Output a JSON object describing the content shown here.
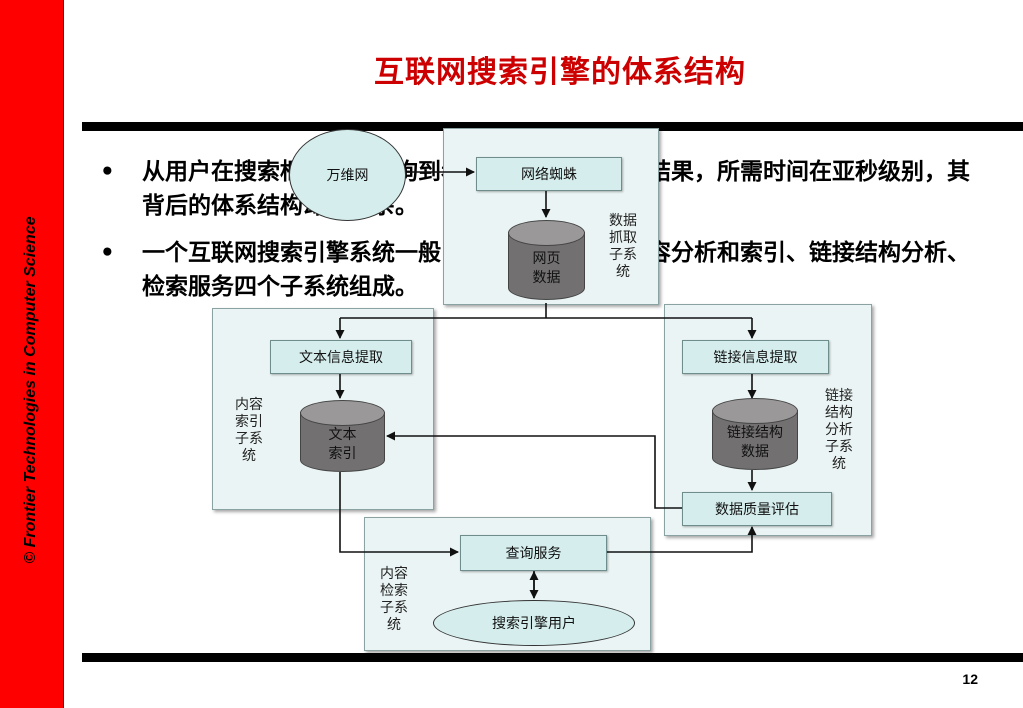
{
  "title": "互联网搜索引擎的体系结构",
  "sidebar_text": "©  Frontier Technologies in Computer Science",
  "bullets": [
    {
      "marker": "•",
      "text": "从用户在搜索框中输入查询到看到搜索引擎的返回结果，所需时间在亚秒级别，其背后的体系结构却很复杂。"
    },
    {
      "marker": "•",
      "text": "一个互联网搜索引擎系统一般由网页抓取、网页内容分析和索引、链接结构分析、检索服务四个子系统组成。"
    }
  ],
  "page_number": "12",
  "diagram": {
    "web": "万维网",
    "spider": "网络蜘蛛",
    "webpage_data": "网页\n数据",
    "crawl_subsystem": "数据\n抓取\n子系\n统",
    "text_extract": "文本信息提取",
    "text_index": "文本\n索引",
    "content_index_subsystem": "内容\n索引\n子系\n统",
    "link_extract": "链接信息提取",
    "link_data": "链接结构\n数据",
    "link_subsystem": "链接\n结构\n分析\n子系\n统",
    "quality": "数据质量评估",
    "query_service": "查询服务",
    "retrieval_subsystem": "内容\n检索\n子系\n统",
    "user": "搜索引擎用户"
  },
  "colors": {
    "sidebar": "#ff0000",
    "title": "#cc0000",
    "panel": "#ebf4f4",
    "box": "#d5eeed",
    "db": "#727070"
  }
}
